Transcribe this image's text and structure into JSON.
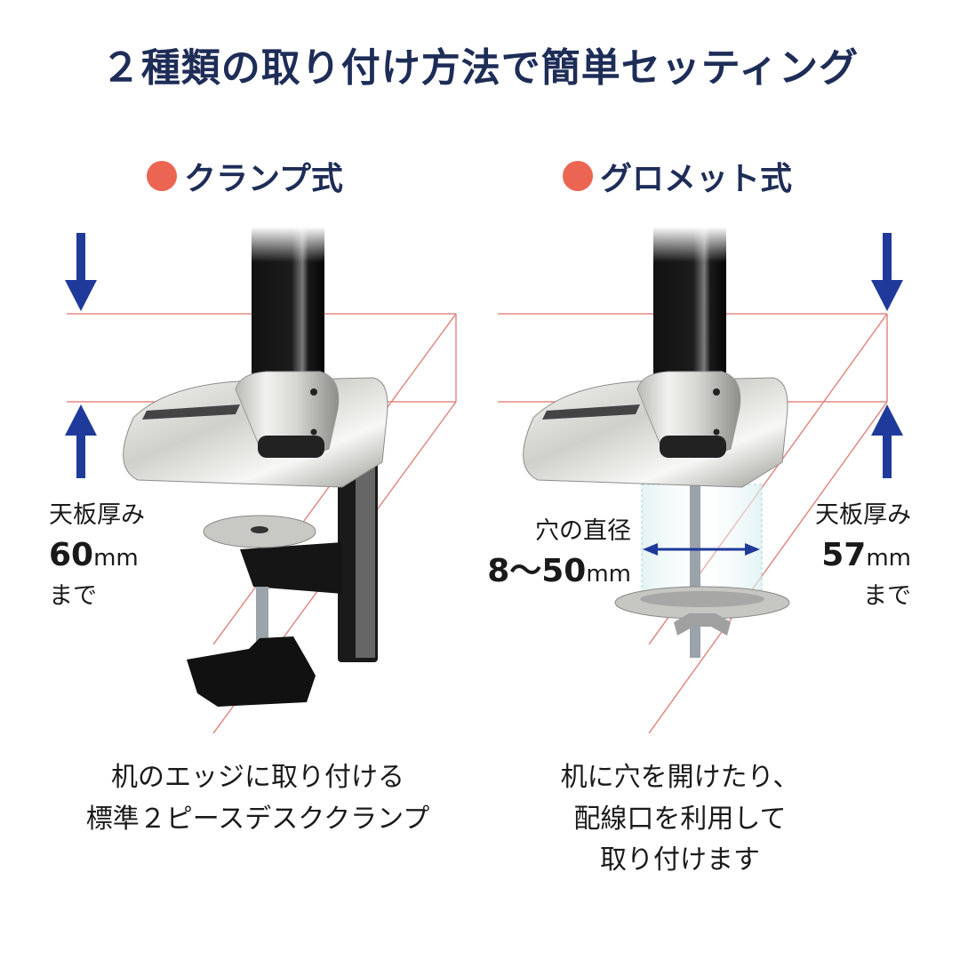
{
  "title": "２種類の取り付け方法で簡単セッティング",
  "colors": {
    "title": "#1e2d57",
    "bullet": "#ec6452",
    "arrow": "#1f3a9a",
    "guide_line": "#e08a84"
  },
  "sections": [
    {
      "heading": "クランプ式",
      "thickness_label": "天板厚み",
      "thickness_value": "60",
      "thickness_unit": "mm",
      "thickness_suffix": "まで",
      "caption_lines": [
        "机のエッジに取り付ける",
        "標準２ピースデスククランプ"
      ]
    },
    {
      "heading": "グロメット式",
      "hole_label": "穴の直径",
      "hole_value": "8〜50",
      "hole_unit": "mm",
      "thickness_label": "天板厚み",
      "thickness_value": "57",
      "thickness_unit": "mm",
      "thickness_suffix": "まで",
      "caption_lines": [
        "机に穴を開けたり、",
        "配線口を利用して",
        "取り付けます"
      ]
    }
  ],
  "icons": [
    "down-arrow-icon",
    "up-arrow-icon",
    "double-arrow-icon",
    "bullet-dot-icon"
  ]
}
